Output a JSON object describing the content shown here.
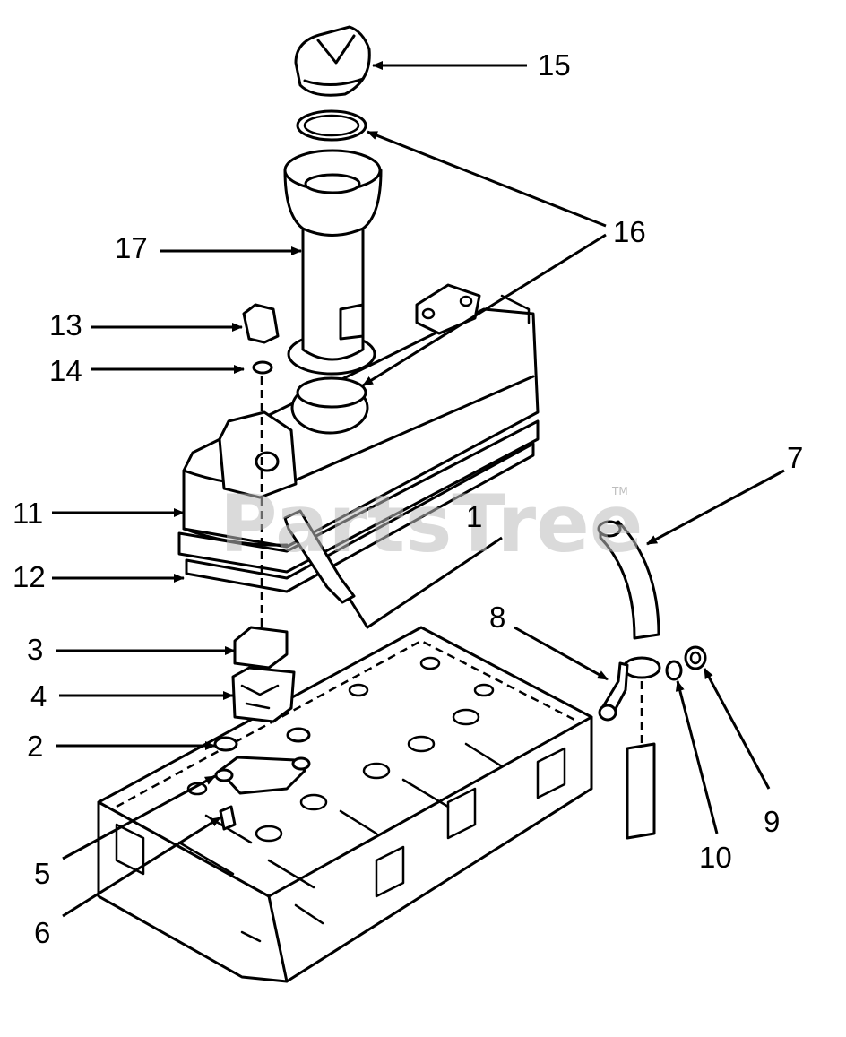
{
  "watermark": {
    "text": "PartsTree",
    "trademark": "TM"
  },
  "callouts": [
    {
      "id": "15",
      "label": "15"
    },
    {
      "id": "16",
      "label": "16"
    },
    {
      "id": "17",
      "label": "17"
    },
    {
      "id": "13",
      "label": "13"
    },
    {
      "id": "14",
      "label": "14"
    },
    {
      "id": "11",
      "label": "11"
    },
    {
      "id": "12",
      "label": "12"
    },
    {
      "id": "1",
      "label": "1"
    },
    {
      "id": "7",
      "label": "7"
    },
    {
      "id": "3",
      "label": "3"
    },
    {
      "id": "4",
      "label": "4"
    },
    {
      "id": "2",
      "label": "2"
    },
    {
      "id": "8",
      "label": "8"
    },
    {
      "id": "5",
      "label": "5"
    },
    {
      "id": "6",
      "label": "6"
    },
    {
      "id": "9",
      "label": "9"
    },
    {
      "id": "10",
      "label": "10"
    }
  ]
}
